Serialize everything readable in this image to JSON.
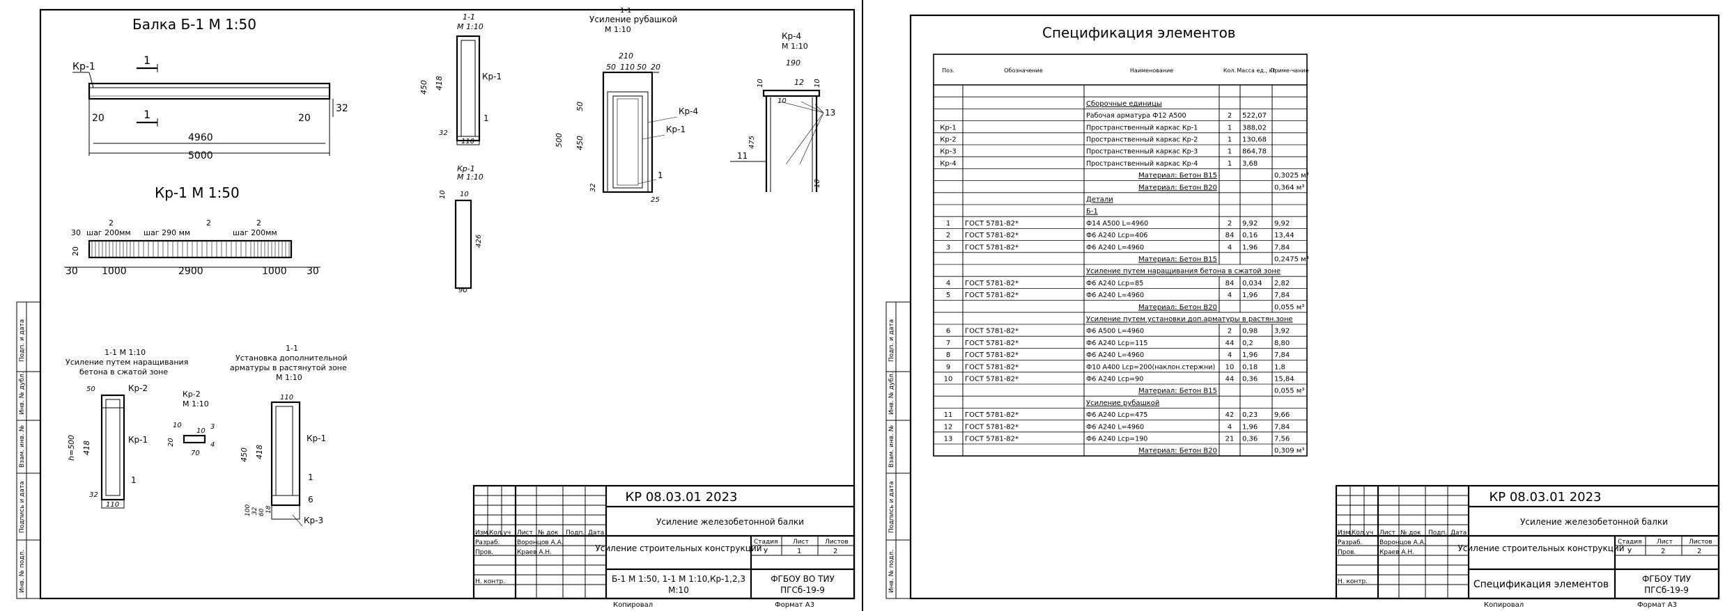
{
  "sheet1": {
    "beam_title": "Балка  Б-1 М 1:50",
    "beam": {
      "kr_label": "Кр-1",
      "cut_mark": "1",
      "end_left": "20",
      "end_right": "20",
      "height": "32",
      "len_inner": "4960",
      "len_total": "5000"
    },
    "kr1_title": "Кр-1 М 1:50",
    "kr1": {
      "left_count": "2",
      "mid_count": "2",
      "right_count": "2",
      "left_step": "шаг 200мм",
      "mid_step": "шаг 290 мм",
      "right_step": "шаг 200мм",
      "end_left": "30",
      "end_right": "30",
      "height": "20",
      "seg_left": "1000",
      "seg_mid": "2900",
      "seg_right": "1000"
    },
    "sec11": {
      "title": "1-1",
      "scale": "М 1:10",
      "h450": "450",
      "h418": "418",
      "kr": "Кр-1",
      "pos": "1",
      "bottom": "32",
      "width": "110"
    },
    "kr1_small": {
      "title": "Кр-1",
      "scale": "М 1:10",
      "top_a": "10",
      "top_b": "10",
      "height": "426",
      "width": "90"
    },
    "jacket": {
      "title_top": "1-1",
      "title": "Усиление рубашкой",
      "scale": "М 1:10",
      "w210": "210",
      "w50a": "50",
      "w110": "110",
      "w50b": "50",
      "w20": "20",
      "h500": "500",
      "h50": "50",
      "h450": "450",
      "h32": "32",
      "w25": "25",
      "kr4": "Кр-4",
      "kr1": "Кр-1",
      "pos": "1"
    },
    "kr4": {
      "title": "Кр-4",
      "scale": "М 1:10",
      "w190": "190",
      "d10a": "10",
      "d10b": "10",
      "d12": "12",
      "d10c": "10",
      "pos13": "13",
      "h475": "475",
      "pos11": "11",
      "d10d": "10"
    },
    "build_up": {
      "title1": "1-1 М 1:10",
      "title2": "Усиление путем наращивания",
      "title3": "бетона в сжатой зоне",
      "kr2": "Кр-2",
      "h500": "h=500",
      "h418": "418",
      "kr1": "Кр-1",
      "w50": "50",
      "pos": "1",
      "h32": "32",
      "w110": "110"
    },
    "kr2": {
      "title": "Кр-2",
      "scale": "М 1:10",
      "d10a": "10",
      "d10b": "10",
      "d3": "3",
      "d20": "20",
      "d4": "4",
      "d70": "70"
    },
    "extra_rebar": {
      "title1": "1-1",
      "title2": "Установка дополнительной",
      "title3": "арматуры в растянутой зоне",
      "scale": "М 1:10",
      "w110": "110",
      "h450": "450",
      "h418": "418",
      "kr1": "Кр-1",
      "pos1": "1",
      "pos6": "6",
      "kr3": "Кр-3",
      "d100": "100",
      "d32": "32",
      "d60": "60",
      "d18": "18"
    },
    "stamp": {
      "code": "КР 08.03.01 2023",
      "title": "Усиление железобетонной балки",
      "discipline": "Усиление строительных конструкций",
      "stage_h": "Стадия",
      "sheet_h": "Лист",
      "sheets_h": "Листов",
      "stage": "У",
      "sheet": "1",
      "sheets": "2",
      "content1": "Б-1 М 1:50, 1-1 М 1:10,Кр-1,2,3",
      "content2": "М:10",
      "org1": "ФГБОУ ВО ТИУ",
      "org2": "ПГСб-19-9",
      "izm": "Изм.",
      "kol": "Кол.уч",
      "list": "Лист",
      "ndoc": "№ док",
      "podp": "Подп.",
      "date": "Дата",
      "razrab": "Разраб.",
      "prov": "Пров.",
      "nkontr": "Н. контр.",
      "razrab_name": "Воронцов А.А.",
      "prov_name": "Краев А.Н."
    },
    "footer_copy": "Копировал",
    "footer_format": "Формат  А3",
    "side_labels": [
      "Подп. и дата",
      "Инв. № дубл.",
      "Взам. инв. №",
      "Подпись и дата",
      "Инв. № подл."
    ]
  },
  "sheet2": {
    "title": "Спецификация элементов",
    "headers": [
      "Поз.",
      "Обозначение",
      "Наименование",
      "Кол.",
      "Масса ед., кг",
      "Приме-чание"
    ],
    "rows": [
      {
        "type": "blank"
      },
      {
        "type": "section",
        "name": "Сборочные единицы"
      },
      {
        "pos": "",
        "des": "",
        "name": "Рабочая арматура Ф12 А500",
        "qty": "2",
        "mass": "522,07",
        "note": ""
      },
      {
        "pos": "Кр-1",
        "des": "",
        "name": "Пространственный каркас Кр-1",
        "qty": "1",
        "mass": "388,02",
        "note": ""
      },
      {
        "pos": "Кр-2",
        "des": "",
        "name": "Пространственный каркас Кр-2",
        "qty": "1",
        "mass": "130,68",
        "note": ""
      },
      {
        "pos": "Кр-3",
        "des": "",
        "name": "Пространственный каркас Кр-3",
        "qty": "1",
        "mass": "864,78",
        "note": ""
      },
      {
        "pos": "Кр-4",
        "des": "",
        "name": "Пространственный каркас Кр-4",
        "qty": "1",
        "mass": "3,68",
        "note": ""
      },
      {
        "type": "material",
        "name": "Материал: Бетон В15",
        "note": "0,3025 м³"
      },
      {
        "type": "material",
        "name": "Материал: Бетон В20",
        "note": "0,364 м³"
      },
      {
        "type": "section",
        "name": "Детали"
      },
      {
        "type": "section",
        "name": "Б-1"
      },
      {
        "pos": "1",
        "des": "ГОСТ 5781-82*",
        "name": "Ф14  А500  L=4960",
        "qty": "2",
        "mass": "9,92",
        "note": "9,92"
      },
      {
        "pos": "2",
        "des": "ГОСТ 5781-82*",
        "name": "Ф6  А240  Lср=406",
        "qty": "84",
        "mass": "0,16",
        "note": "13,44"
      },
      {
        "pos": "3",
        "des": "ГОСТ 5781-82*",
        "name": "Ф6  А240  L=4960",
        "qty": "4",
        "mass": "1,96",
        "note": "7,84"
      },
      {
        "type": "material",
        "name": "Материал: Бетон В15",
        "note": "0,2475 м³"
      },
      {
        "type": "heading",
        "name": "Усиление путем наращивания бетона в сжатой зоне"
      },
      {
        "pos": "4",
        "des": "ГОСТ 5781-82*",
        "name": "Ф6  А240  Lср=85",
        "qty": "84",
        "mass": "0,034",
        "note": "2,82"
      },
      {
        "pos": "5",
        "des": "ГОСТ 5781-82*",
        "name": "Ф6  А240  L=4960",
        "qty": "4",
        "mass": "1,96",
        "note": "7,84"
      },
      {
        "type": "material",
        "name": "Материал: Бетон В20",
        "note": "0,055 м³"
      },
      {
        "type": "heading",
        "name": "Усиление путем установки доп.арматуры в растян.зоне"
      },
      {
        "pos": "6",
        "des": "ГОСТ 5781-82*",
        "name": "Ф6  А500  L=4960",
        "qty": "2",
        "mass": "0,98",
        "note": "3,92"
      },
      {
        "pos": "7",
        "des": "ГОСТ 5781-82*",
        "name": "Ф6  А240  Lср=115",
        "qty": "44",
        "mass": "0,2",
        "note": "8,80"
      },
      {
        "pos": "8",
        "des": "ГОСТ 5781-82*",
        "name": "Ф6  А240  L=4960",
        "qty": "4",
        "mass": "1,96",
        "note": "7,84"
      },
      {
        "pos": "9",
        "des": "ГОСТ 5781-82*",
        "name": "Ф10  А400  Lср=200(наклон.стержни)",
        "qty": "10",
        "mass": "0,18",
        "note": "1,8"
      },
      {
        "pos": "10",
        "des": "ГОСТ 5781-82*",
        "name": "Ф6  А240  Lср=90",
        "qty": "44",
        "mass": "0,36",
        "note": "15,84"
      },
      {
        "type": "material",
        "name": "Материал: Бетон В15",
        "note": "0,055 м³"
      },
      {
        "type": "section",
        "name": "Усиление рубашкой"
      },
      {
        "pos": "11",
        "des": "ГОСТ 5781-82*",
        "name": "Ф6  А240  Lср=475",
        "qty": "42",
        "mass": "0,23",
        "note": "9,66"
      },
      {
        "pos": "12",
        "des": "ГОСТ 5781-82*",
        "name": "Ф6  А240  L=4960",
        "qty": "4",
        "mass": "1,96",
        "note": "7,84"
      },
      {
        "pos": "13",
        "des": "ГОСТ 5781-82*",
        "name": "Ф6  А240  Lср=190",
        "qty": "21",
        "mass": "0,36",
        "note": "7,56"
      },
      {
        "type": "material",
        "name": "Материал: Бетон В20",
        "note": "0,309 м³"
      }
    ],
    "stamp": {
      "code": "КР 08.03.01 2023",
      "title": "Усиление железобетонной балки",
      "discipline": "Усиление строительных конструкций",
      "stage_h": "Стадия",
      "sheet_h": "Лист",
      "sheets_h": "Листов",
      "stage": "У",
      "sheet": "2",
      "sheets": "2",
      "content": "Спецификация элементов",
      "org1": "ФГБОУ ТИУ",
      "org2": "ПГСб-19-9",
      "izm": "Изм.",
      "kol": "Кол.уч",
      "list": "Лист",
      "ndoc": "№ док",
      "podp": "Подп.",
      "date": "Дата",
      "razrab": "Разраб.",
      "prov": "Пров.",
      "nkontr": "Н. контр.",
      "razrab_name": "Воронцов А.А.",
      "prov_name": "Краев А.Н."
    },
    "footer_copy": "Копировал",
    "footer_format": "Формат  А3",
    "side_labels": [
      "Подп. и дата",
      "Инв. № дубл.",
      "Взам. инв. №",
      "Подпись и дата",
      "Инв. № подл."
    ]
  }
}
